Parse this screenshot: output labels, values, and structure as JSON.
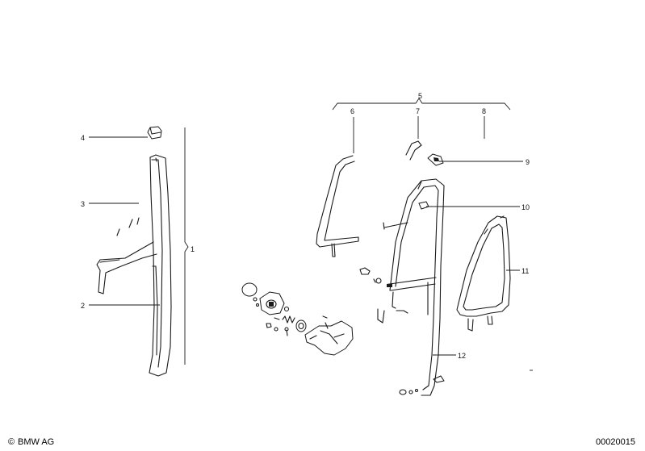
{
  "callouts": {
    "c1": "1",
    "c2": "2",
    "c3": "3",
    "c4": "4",
    "c5": "5",
    "c6": "6",
    "c7": "7",
    "c8": "8",
    "c9": "9",
    "c10": "10",
    "c11": "11",
    "c12": "12"
  },
  "footer": {
    "copyright_mark": "©",
    "brand": "BMW AG",
    "diagram_number": "00020015"
  }
}
